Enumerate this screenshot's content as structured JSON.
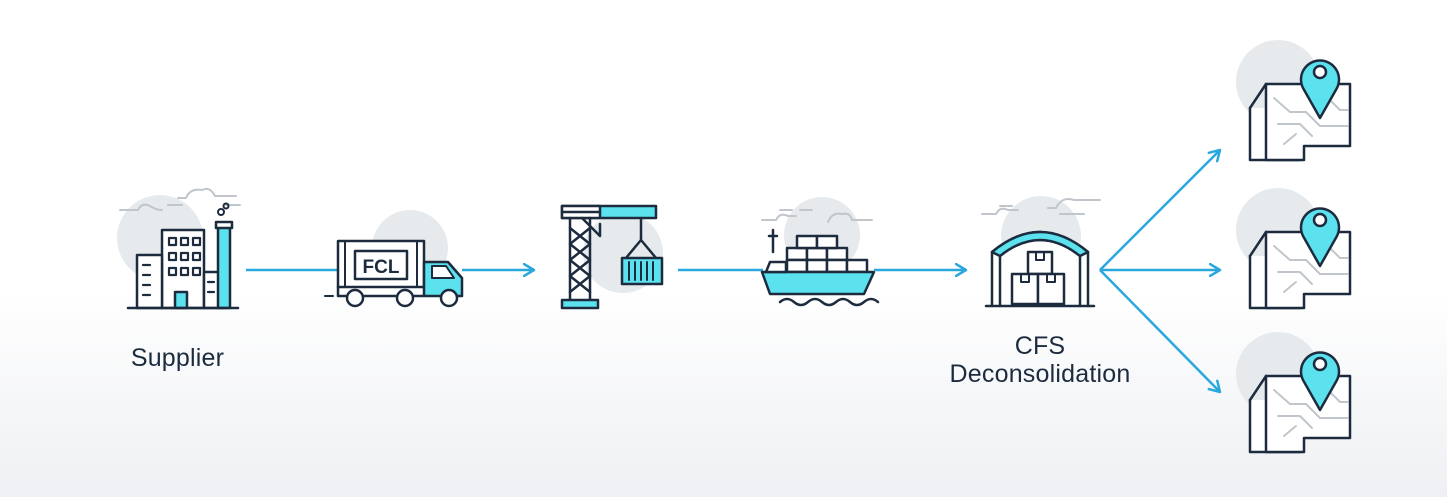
{
  "colors": {
    "accent": "#5ce1ef",
    "arrow": "#2aa7dd",
    "outline": "#1d2b3e",
    "bubble": "#e6eaed",
    "cloud": "#c0c6cc"
  },
  "nodes": [
    {
      "id": "supplier",
      "icon": "factory-icon",
      "label": "Supplier"
    },
    {
      "id": "truck",
      "icon": "truck-icon",
      "container_text": "FCL"
    },
    {
      "id": "port",
      "icon": "crane-icon"
    },
    {
      "id": "ship",
      "icon": "cargo-ship-icon"
    },
    {
      "id": "cfs",
      "icon": "warehouse-icon",
      "label_line1": "CFS",
      "label_line2": "Deconsolidation"
    },
    {
      "id": "destinations",
      "icon": "map-pin-icon",
      "count": 3
    }
  ]
}
